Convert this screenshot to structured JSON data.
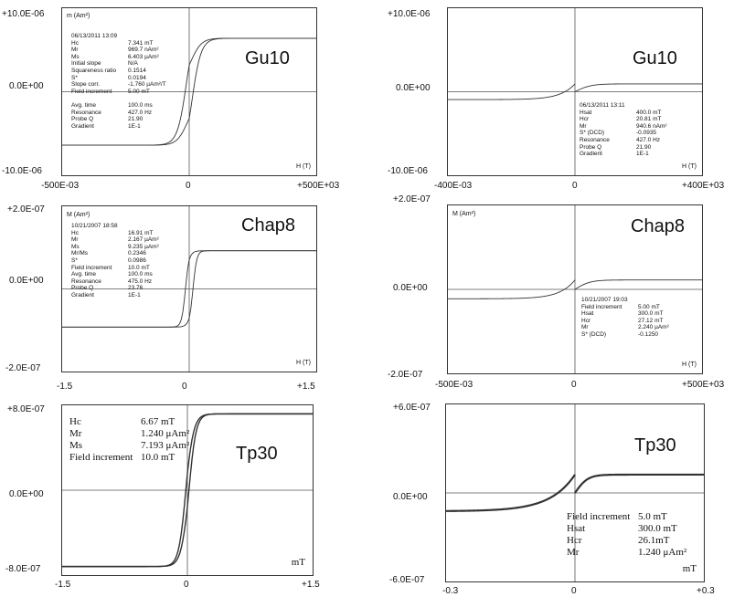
{
  "colors": {
    "curve": "#333333",
    "axis": "#555555",
    "frame": "#333333"
  },
  "chart_data": [
    {
      "type": "line",
      "sample": "Gu10",
      "y_unit_label": "m (Am²)",
      "x_unit_label": "H (T)",
      "yticks": [
        "+10.0E-06",
        "0.0E+00",
        "-10.0E-06"
      ],
      "xticks": [
        "-500E-03",
        "0",
        "+500E+03"
      ],
      "xlim": [
        -0.5,
        0.5
      ],
      "ylim": [
        -1e-05,
        1e-05
      ],
      "info": [
        [
          "06/13/2011  13:09",
          ""
        ],
        [
          "Hc",
          "7.341  mT"
        ],
        [
          "Mr",
          "969.7  nAm²"
        ],
        [
          "Ms",
          "6.403  µAm²"
        ],
        [
          "Initial slope",
          "N/A"
        ],
        [
          "Squareness ratio",
          "0.1514"
        ],
        [
          "S*",
          "0.0194"
        ],
        [
          "Slope corr.",
          "-1.760  µAm²/T"
        ],
        [
          "Field increment",
          "5.00  mT"
        ],
        [
          "",
          ""
        ],
        [
          "Avg. time",
          "100.0  ms"
        ],
        [
          "Resonance",
          "427.0  Hz"
        ],
        [
          "Probe Q",
          "21.90"
        ],
        [
          "Gradient",
          "1E-1"
        ]
      ],
      "loop": {
        "kind": "hysteresis",
        "ms": 6.403e-06,
        "hc": 0.007341,
        "width": 0.04,
        "closure": 0.3
      }
    },
    {
      "type": "line",
      "sample": "Gu10",
      "y_unit_label": "",
      "x_unit_label": "H (T)",
      "yticks": [
        "+10.0E-06",
        "0.0E+00",
        "-10.0E-06"
      ],
      "xticks": [
        "-400E-03",
        "0",
        "+400E+03"
      ],
      "xlim": [
        -0.4,
        0.4
      ],
      "ylim": [
        -1e-05,
        1e-05
      ],
      "info": [
        [
          "06/13/2011  13:11",
          ""
        ],
        [
          "Hsat",
          "400.0  mT"
        ],
        [
          "Hcr",
          "20.81  mT"
        ],
        [
          "Mr",
          "940.6  nAm²"
        ],
        [
          "S* (DCD)",
          "-0.0935"
        ],
        [
          "Resonance",
          "427.0  Hz"
        ],
        [
          "Probe Q",
          "21.90"
        ],
        [
          "Gradient",
          "1E-1"
        ]
      ],
      "loop": {
        "kind": "remanence",
        "mr": 9.406e-07,
        "hcr": 0.02081,
        "scale": 0.05
      }
    },
    {
      "type": "line",
      "sample": "Chap8",
      "y_unit_label": "M (Am²)",
      "x_unit_label": "H (T)",
      "yticks": [
        "+2.0E-07",
        "0.0E+00",
        "-2.0E-07"
      ],
      "xticks": [
        "-1.5",
        "0",
        "+1.5"
      ],
      "xlim": [
        -1.5,
        1.5
      ],
      "ylim": [
        -2e-07,
        2e-07
      ],
      "info": [
        [
          "10/21/2007  18:58",
          ""
        ],
        [
          "Hc",
          "16.91  mT"
        ],
        [
          "Mr",
          "2.167  µAm²"
        ],
        [
          "Ms",
          "9.235  µAm²"
        ],
        [
          "Mr/Ms",
          "0.2346"
        ],
        [
          "S*",
          "0.0986"
        ],
        [
          "Field increment",
          "10.0  mT"
        ],
        [
          "Avg. time",
          "100.0  ms"
        ],
        [
          "Resonance",
          "475.0  Hz"
        ],
        [
          "Probe Q",
          "23.76"
        ],
        [
          "Gradient",
          "1E-1"
        ]
      ],
      "loop": {
        "kind": "hysteresis",
        "ms": 9.235e-08,
        "hc": 0.01691,
        "width": 0.05,
        "closure": 0.7
      }
    },
    {
      "type": "line",
      "sample": "Chap8",
      "y_unit_label": "M (Am²)",
      "x_unit_label": "H (T)",
      "yticks": [
        "+2.0E-07",
        "0.0E+00",
        "-2.0E-07"
      ],
      "xticks": [
        "-500E-03",
        "0",
        "+500E+03"
      ],
      "xlim": [
        -0.5,
        0.5
      ],
      "ylim": [
        -2e-07,
        2e-07
      ],
      "info": [
        [
          "10/21/2007  19:03",
          ""
        ],
        [
          "Field increment",
          "5.00  mT"
        ],
        [
          "Hsat",
          "300.0  mT"
        ],
        [
          "Hcr",
          "27.12  mT"
        ],
        [
          "Mr",
          "2.240  µAm²"
        ],
        [
          "S* (DCD)",
          "-0.1250"
        ]
      ],
      "loop": {
        "kind": "remanence",
        "mr": 2.24e-08,
        "hcr": 0.02712,
        "scale": 0.06
      }
    },
    {
      "type": "line",
      "sample": "Tp30",
      "y_unit_label": "",
      "x_unit_label": "mT",
      "yticks": [
        "+8.0E-07",
        "0.0E+00",
        "-8.0E-07"
      ],
      "xticks": [
        "-1.5",
        "0",
        "+1.5"
      ],
      "xlim": [
        -1.5,
        1.5
      ],
      "ylim": [
        -8e-07,
        8e-07
      ],
      "info": [
        [
          "Hc",
          "6.67 mT"
        ],
        [
          "Mr",
          "1.240 μAm²"
        ],
        [
          "Ms",
          "7.193 μAm²"
        ],
        [
          "Field increment",
          "10.0 mT"
        ]
      ],
      "loop": {
        "kind": "hysteresis",
        "ms": 7.193e-07,
        "hc": 0.00667,
        "width": 0.09,
        "closure": 0.6
      }
    },
    {
      "type": "line",
      "sample": "Tp30",
      "y_unit_label": "",
      "x_unit_label": "mT",
      "yticks": [
        "+6.0E-07",
        "0.0E+00",
        "-6.0E-07"
      ],
      "xticks": [
        "-0.3",
        "0",
        "+0.3"
      ],
      "xlim": [
        -0.3,
        0.3
      ],
      "ylim": [
        -6e-07,
        6e-07
      ],
      "info": [
        [
          "Field increment",
          "5.0 mT"
        ],
        [
          "Hsat",
          "300.0 mT"
        ],
        [
          "Hcr",
          "26.1mT"
        ],
        [
          "Mr",
          "1.240 μAm²"
        ]
      ],
      "loop": {
        "kind": "remanence",
        "mr": 1.24e-07,
        "hcr": 0.0261,
        "scale": 0.03
      }
    }
  ]
}
